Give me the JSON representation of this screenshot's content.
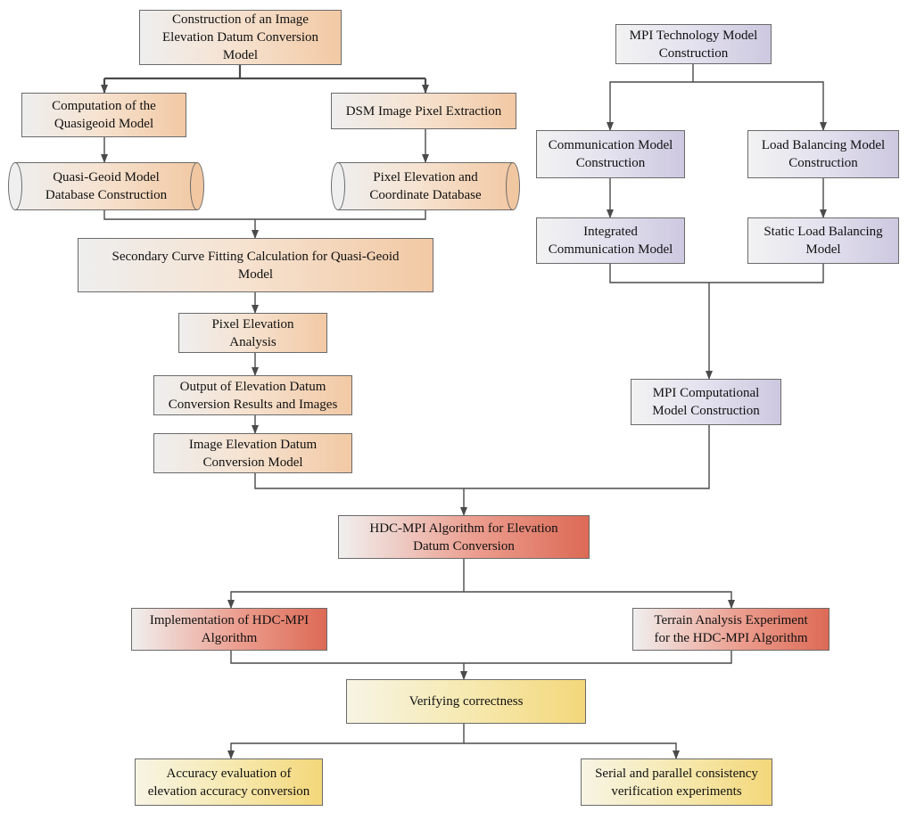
{
  "nodes": {
    "construction_model": "Construction of an Image\nElevation Datum Conversion\nModel",
    "quasigeoid_computation": "Computation of the\nQuasigeoid Model",
    "dsm_extraction": "DSM Image Pixel Extraction",
    "quasigeoid_database": "Quasi-Geoid Model\nDatabase Construction",
    "pixel_database": "Pixel Elevation and\nCoordinate Database",
    "curve_fitting": "Secondary Curve Fitting Calculation for Quasi-Geoid\nModel",
    "pixel_analysis": "Pixel Elevation\nAnalysis",
    "output_results": "Output of Elevation Datum\nConversion Results and Images",
    "image_model": "Image Elevation Datum\nConversion Model",
    "mpi_tech": "MPI Technology Model\nConstruction",
    "comm_model": "Communication Model\nConstruction",
    "load_model": "Load Balancing Model\nConstruction",
    "integrated_comm": "Integrated\nCommunication Model",
    "static_load": "Static Load Balancing\nModel",
    "mpi_computational": "MPI Computational\nModel Construction",
    "hdc_algorithm": "HDC-MPI Algorithm for Elevation\nDatum Conversion",
    "implementation": "Implementation of HDC-MPI\nAlgorithm",
    "terrain_experiment": "Terrain Analysis Experiment\nfor the HDC-MPI Algorithm",
    "verifying": "Verifying correctness",
    "accuracy_eval": "Accuracy evaluation of\nelevation accuracy conversion",
    "serial_parallel": "Serial and parallel consistency\nverification experiments"
  },
  "colors": {
    "line": "#4a4a4a",
    "border": "#6b6b6b",
    "orange_end": "#f2c9a4",
    "purple_end": "#cdc8e0",
    "red_end": "#dc6a56",
    "yellow_end": "#f3d77a"
  }
}
